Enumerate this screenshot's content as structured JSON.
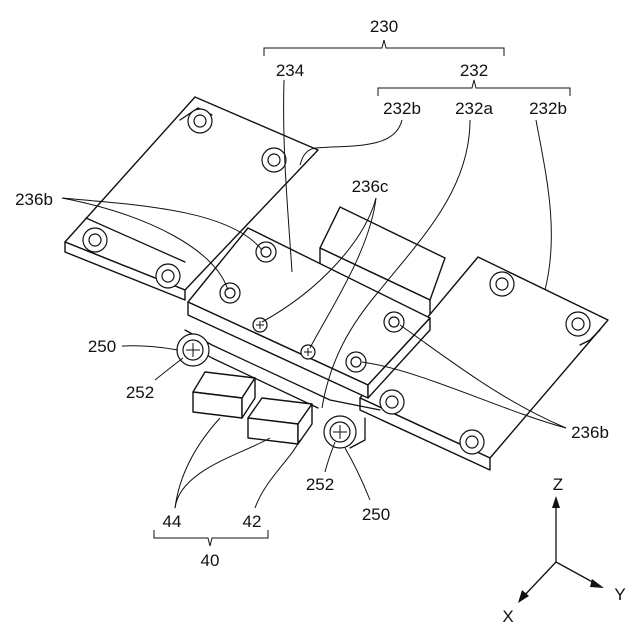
{
  "labels": {
    "l230": "230",
    "l232": "232",
    "l234": "234",
    "l232b_left": "232b",
    "l232a": "232a",
    "l232b_right": "232b",
    "l236b_left": "236b",
    "l236c": "236c",
    "l236b_right": "236b",
    "l250_left": "250",
    "l252_left": "252",
    "l252_right": "252",
    "l250_right": "250",
    "l44": "44",
    "l42": "42",
    "l40": "40"
  },
  "axes": {
    "z": "Z",
    "y": "Y",
    "x": "X"
  }
}
